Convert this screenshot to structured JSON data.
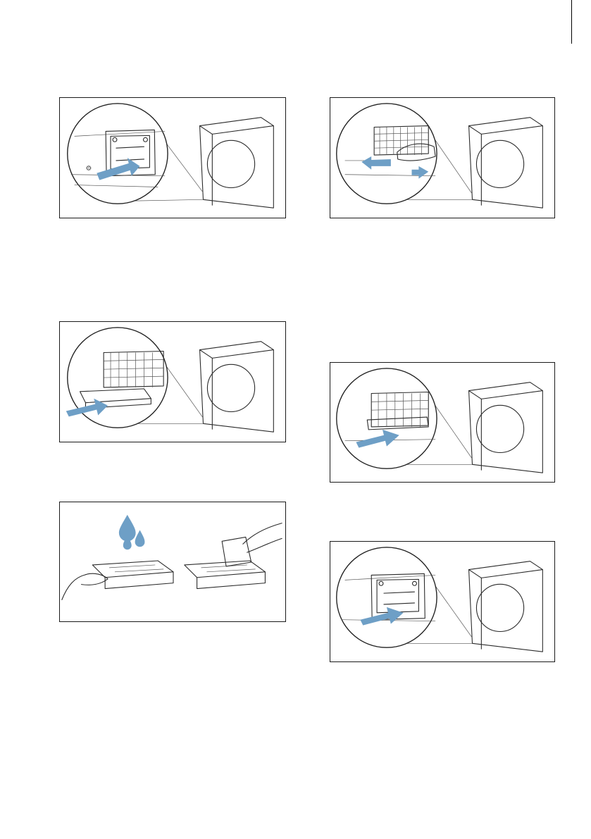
{
  "page": {
    "background": "#ffffff",
    "accent_color": "#6e9fc6"
  },
  "illustrations": [
    {
      "id": "p1",
      "icon": "pull-out-heat-exchanger-cover-illustration"
    },
    {
      "id": "p2",
      "icon": "remove-fluff-filter-illustration"
    },
    {
      "id": "p3",
      "icon": "pull-out-heat-exchanger-illustration"
    },
    {
      "id": "p4",
      "icon": "insert-heat-exchanger-illustration"
    },
    {
      "id": "p5",
      "icon": "rinse-and-wipe-heat-exchanger-illustration"
    },
    {
      "id": "p6",
      "icon": "close-cover-illustration"
    }
  ]
}
